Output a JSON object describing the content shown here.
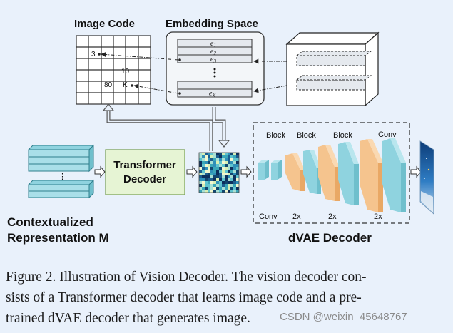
{
  "labels": {
    "image_code": "Image Code",
    "embedding_space": "Embedding Space",
    "transformer_line1": "Transformer",
    "transformer_line2": "Decoder",
    "contextualized_line1": "Contextualized",
    "contextualized_line2": "Representation M",
    "dvae_decoder": "dVAE Decoder"
  },
  "grid_values": {
    "v3": "3",
    "v10": "10",
    "v80": "80",
    "vK": "K"
  },
  "embeddings": {
    "e1": "e",
    "e1_sub": "1",
    "e2": "e",
    "e2_sub": "2",
    "e3": "e",
    "e3_sub": "3",
    "eK": "e",
    "eK_sub": "K"
  },
  "decoder_labels": {
    "block1": "Block",
    "block2": "Block",
    "block3": "Block",
    "conv_top": "Conv",
    "conv_bottom": "Conv",
    "x2_1": "2x",
    "x2_2": "2x",
    "x2_3": "2x"
  },
  "caption": {
    "line1": "Figure 2. Illustration of Vision Decoder. The vision decoder con-",
    "line2": "sists of a Transformer decoder that learns image code and a pre-",
    "line3": "trained dVAE decoder that generates image."
  },
  "watermark": "CSDN @weixin_45648767",
  "colors": {
    "teal": "#8fd3df",
    "orange": "#f5c48e",
    "transformer_fill": "#e6f4d4",
    "embed_fill": "#e5e9ee"
  }
}
